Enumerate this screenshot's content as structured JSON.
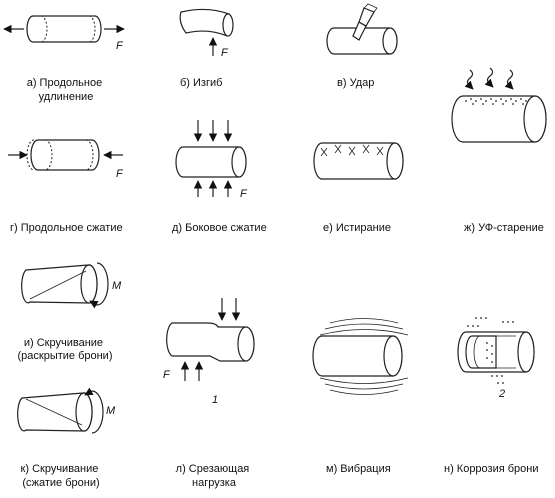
{
  "panels": {
    "a": {
      "caption": [
        "а) Продольное",
        "удлинение"
      ],
      "force": "F"
    },
    "b": {
      "caption": [
        "б) Изгиб"
      ],
      "force": "F"
    },
    "v": {
      "caption": [
        "в) Удар"
      ]
    },
    "g": {
      "caption": [
        "г) Продольное сжатие"
      ],
      "force": "F"
    },
    "d": {
      "caption": [
        "д) Боковое сжатие"
      ],
      "force": "F"
    },
    "e": {
      "caption": [
        "е) Истирание"
      ]
    },
    "zh": {
      "caption": [
        "ж) УФ-старение"
      ]
    },
    "i": {
      "caption": [
        "и) Скручивание",
        "(раскрытие брони)"
      ],
      "moment": "M"
    },
    "k": {
      "caption": [
        "к) Скручивание",
        "(сжатие брони)"
      ],
      "moment": "M"
    },
    "l": {
      "caption": [
        "л) Срезающая",
        "нагрузка"
      ],
      "force": "F",
      "number": "1"
    },
    "m": {
      "caption": [
        "м) Вибрация"
      ]
    },
    "n": {
      "caption": [
        "н) Коррозия брони"
      ],
      "number": "2"
    }
  }
}
